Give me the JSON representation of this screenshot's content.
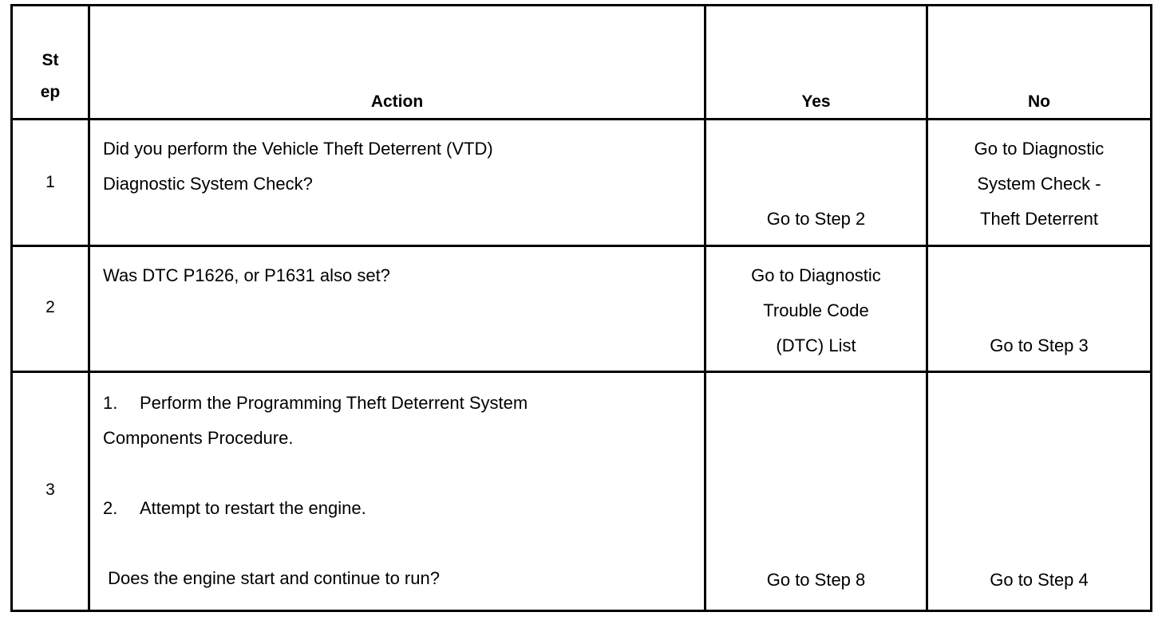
{
  "table": {
    "headers": {
      "step_line1": "St",
      "step_line2": "ep",
      "action": "Action",
      "yes": "Yes",
      "no": "No"
    },
    "rows": [
      {
        "step": "1",
        "action_lines": [
          "Did you perform the Vehicle Theft Deterrent (VTD)",
          "Diagnostic System Check?"
        ],
        "yes_lines": [
          "Go to Step 2"
        ],
        "no_lines": [
          "Go to Diagnostic",
          "System Check -",
          "Theft Deterrent"
        ]
      },
      {
        "step": "2",
        "action_lines": [
          "Was DTC P1626, or P1631 also set?"
        ],
        "yes_lines": [
          "Go to Diagnostic",
          "Trouble Code",
          "(DTC) List"
        ],
        "no_lines": [
          "Go to Step 3"
        ]
      },
      {
        "step": "3",
        "action_items": [
          {
            "number": "1.",
            "lines": [
              "Perform the Programming Theft Deterrent System",
              "Components Procedure."
            ]
          },
          {
            "number": "2.",
            "lines": [
              "Attempt to restart the engine."
            ]
          }
        ],
        "action_question": " Does the engine start and continue to run?",
        "yes_lines": [
          "Go to Step 8"
        ],
        "no_lines": [
          "Go to Step 4"
        ]
      }
    ]
  },
  "colors": {
    "border": "#000000",
    "text": "#000000",
    "background": "#ffffff"
  }
}
